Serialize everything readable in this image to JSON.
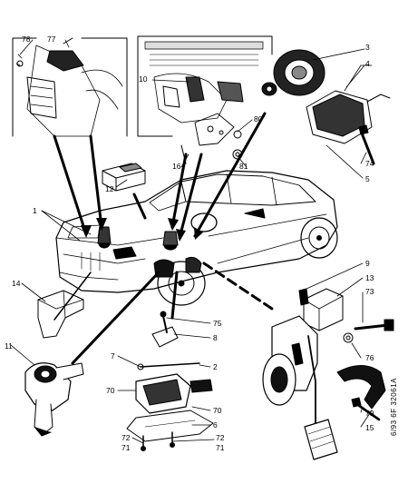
{
  "callouts": {
    "c78": "78",
    "c77": "77",
    "c3": "3",
    "c4": "4",
    "c10": "10",
    "c80": "80",
    "c16": "16",
    "c81": "81",
    "c74": "74",
    "c5": "5",
    "c12": "12",
    "c1": "1",
    "c9": "9",
    "c13": "13",
    "c14": "14",
    "c73": "73",
    "c75": "75",
    "c8": "8",
    "c11": "11",
    "c7": "7",
    "c2": "2",
    "c76": "76",
    "c70a": "70",
    "c70b": "70",
    "c6": "6",
    "c79": "79",
    "c15": "15",
    "c72a": "72",
    "c71a": "71",
    "c72b": "72",
    "c71b": "71"
  },
  "reference_code": "6/93 6F 32061A"
}
